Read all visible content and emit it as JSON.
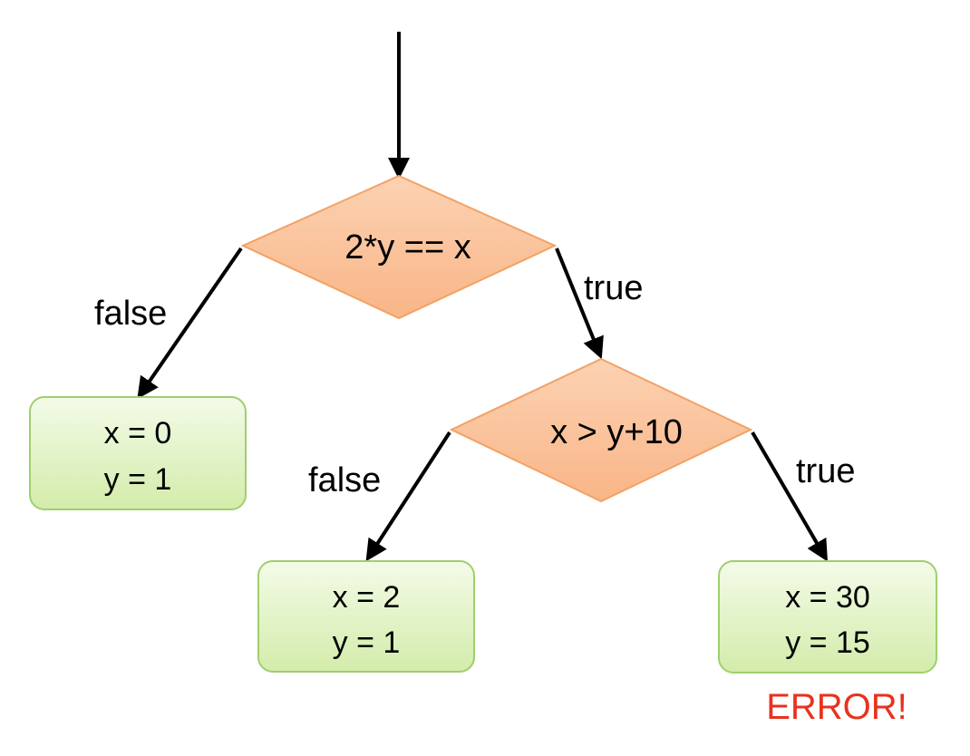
{
  "decisions": [
    {
      "id": "d1",
      "label": "2*y == x"
    },
    {
      "id": "d2",
      "label": "x > y+10"
    }
  ],
  "results": [
    {
      "id": "r1",
      "line1": "x = 0",
      "line2": "y = 1"
    },
    {
      "id": "r2",
      "line1": "x = 2",
      "line2": "y = 1"
    },
    {
      "id": "r3",
      "line1": "x = 30",
      "line2": "y = 15"
    }
  ],
  "edges": {
    "d1_false": "false",
    "d1_true": "true",
    "d2_false": "false",
    "d2_true": "true"
  },
  "error": {
    "label": "ERROR!",
    "color": "#e8321e"
  },
  "colors": {
    "diamond_fill_top": "#fcd2b3",
    "diamond_fill_bottom": "#f9b587",
    "diamond_stroke": "#f2a265",
    "box_fill_top": "#f4fbe9",
    "box_fill_bottom": "#d3ecaa",
    "box_stroke": "#9fcf6e"
  }
}
